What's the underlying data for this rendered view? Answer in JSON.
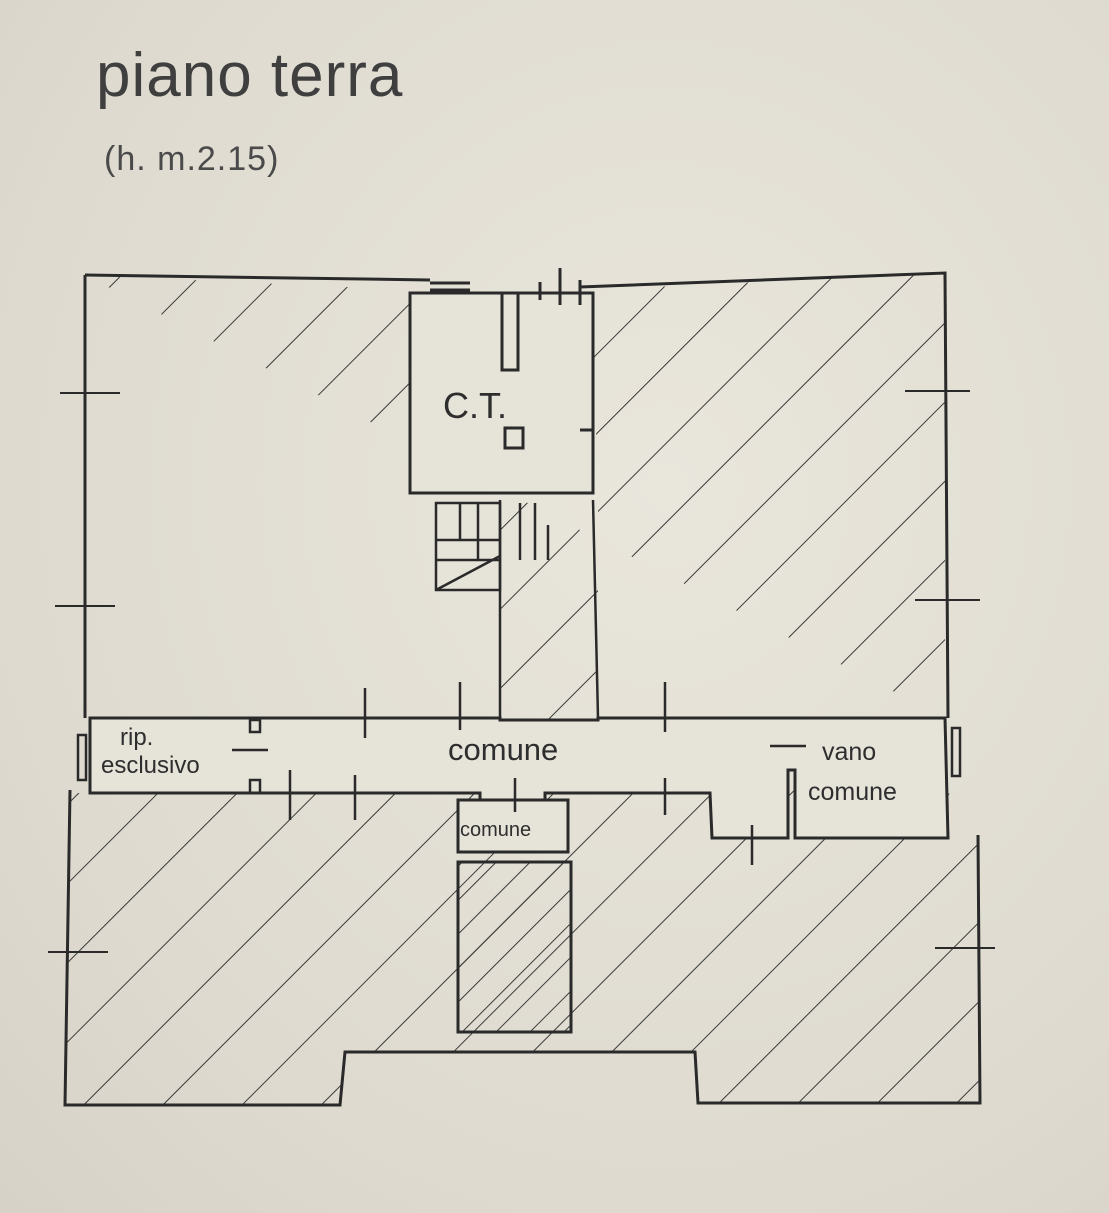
{
  "header": {
    "title": "piano terra",
    "subtitle": "(h. m.2.15)"
  },
  "rooms": {
    "ct": "C.T.",
    "corridor": "comune",
    "rip_line1": "rip.",
    "rip_line2": "esclusivo",
    "vano_line1": "vano",
    "vano_line2": "comune",
    "small_common": "comune"
  },
  "colors": {
    "paper": "#e3e0d6",
    "ink": "#2e2e2e"
  }
}
